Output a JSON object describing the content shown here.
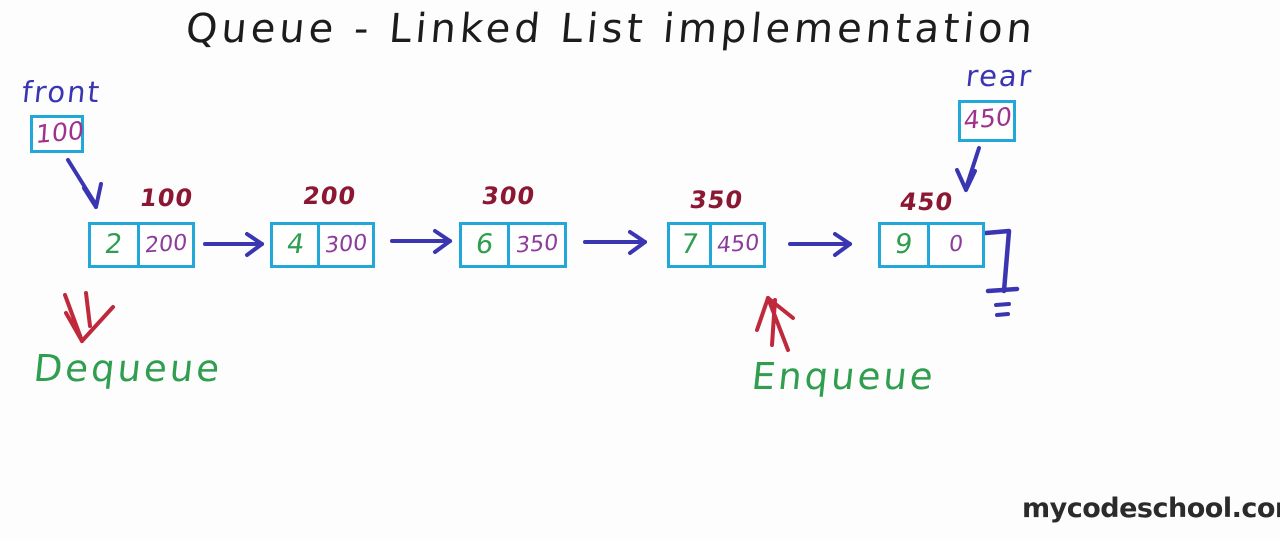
{
  "title": "Queue - Linked List implementation",
  "background_color": "#fdfdfd",
  "colors": {
    "title": "#1c1c1c",
    "pointer_label": "#3a35b0",
    "box_border": "#22a8d8",
    "pointer_value": "#a0318c",
    "node_data": "#2f9e4f",
    "node_next": "#8d3b9c",
    "address_label": "#8c1733",
    "operation_label": "#2f9e4f",
    "operation_arrow": "#c0283c",
    "link_arrow": "#3a35b0",
    "watermark": "#2b2b2b"
  },
  "pointers": [
    {
      "name": "front",
      "label": "front",
      "value": "100"
    },
    {
      "name": "rear",
      "label": "rear",
      "value": "450"
    }
  ],
  "list": {
    "nodes": [
      {
        "address": "100",
        "data": "2",
        "next": "200"
      },
      {
        "address": "200",
        "data": "4",
        "next": "300"
      },
      {
        "address": "300",
        "data": "6",
        "next": "350"
      },
      {
        "address": "350",
        "data": "7",
        "next": "450"
      },
      {
        "address": "450",
        "data": "9",
        "next": "0"
      }
    ]
  },
  "operations": [
    {
      "name": "dequeue",
      "label": "Dequeue",
      "target_end": "front"
    },
    {
      "name": "enqueue",
      "label": "Enqueue",
      "target_end": "rear"
    }
  ],
  "annotations": {
    "null_symbol": "ground",
    "watermark": "mycodeschool.com"
  }
}
